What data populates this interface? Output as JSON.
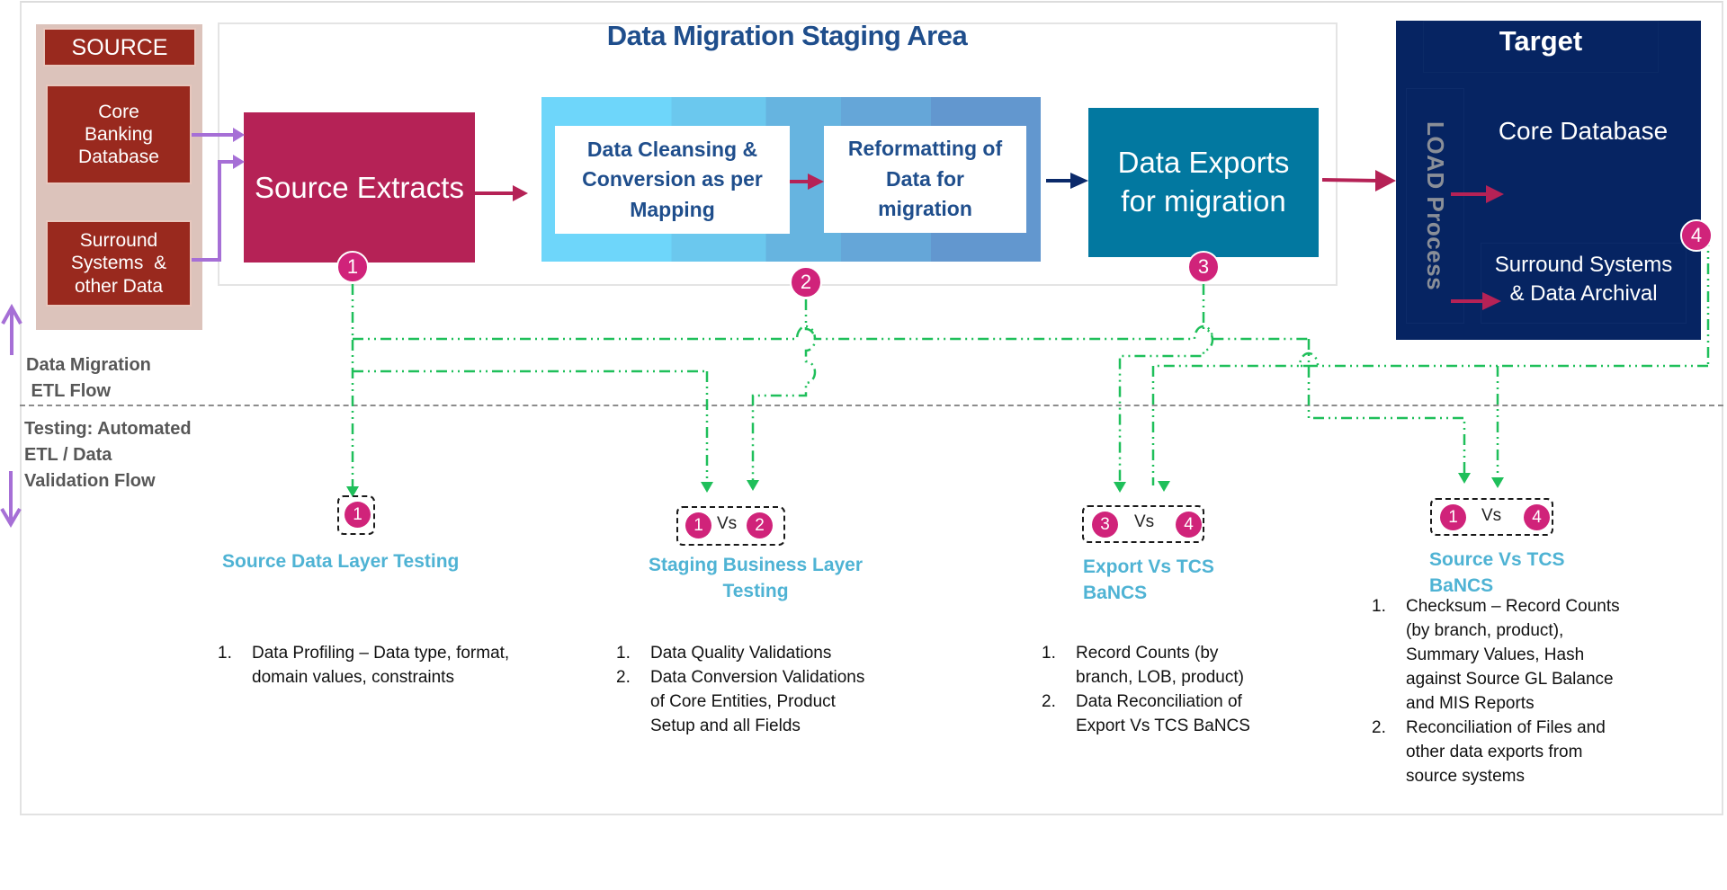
{
  "source": {
    "header": "SOURCE",
    "core_banking": [
      "Core",
      "Banking",
      "Database"
    ],
    "surround": [
      "Surround",
      "Systems  &",
      "other Data"
    ]
  },
  "staging": {
    "title": "Data Migration Staging Area",
    "source_extracts": "Source Extracts",
    "cleansing": [
      "Data Cleansing &",
      "Conversion as per",
      "Mapping"
    ],
    "reformatting": [
      "Reformatting of",
      "Data for",
      "migration"
    ],
    "exports": [
      "Data Exports",
      "for migration"
    ]
  },
  "target": {
    "title": "Target",
    "load_process": "LOAD Process",
    "core_database": "Core Database",
    "surround": [
      "Surround Systems",
      "& Data Archival"
    ]
  },
  "badges": {
    "b1": "1",
    "b2": "2",
    "b3": "3",
    "b4": "4"
  },
  "flow_labels": {
    "etl": [
      "Data Migration",
      " ETL Flow"
    ],
    "testing": [
      "Testing: Automated",
      "ETL / Data",
      "Validation Flow"
    ]
  },
  "tests": [
    {
      "compare": [
        "1"
      ],
      "vs_label": "",
      "title": [
        "Source Data Layer Testing"
      ],
      "items": [
        {
          "num": "1.",
          "lines": [
            "Data Profiling – Data type, format,",
            "domain values, constraints"
          ]
        }
      ]
    },
    {
      "compare": [
        "1",
        "2"
      ],
      "vs_label": "Vs",
      "title": [
        "Staging Business Layer",
        "Testing"
      ],
      "items": [
        {
          "num": "1.",
          "lines": [
            "Data Quality Validations"
          ]
        },
        {
          "num": "2.",
          "lines": [
            "Data Conversion Validations",
            "of Core Entities, Product",
            "Setup and all Fields"
          ]
        }
      ]
    },
    {
      "compare": [
        "3",
        "4"
      ],
      "vs_label": "Vs",
      "title": [
        "Export Vs TCS",
        "BaNCS"
      ],
      "items": [
        {
          "num": "1.",
          "lines": [
            "Record Counts (by",
            "branch, LOB, product)"
          ]
        },
        {
          "num": "2.",
          "lines": [
            "Data Reconciliation of",
            "Export Vs TCS BaNCS"
          ]
        }
      ]
    },
    {
      "compare": [
        "1",
        "4"
      ],
      "vs_label": "Vs",
      "title": [
        "Source Vs TCS",
        "BaNCS"
      ],
      "items": [
        {
          "num": "1.",
          "lines": [
            "Checksum – Record Counts",
            "(by branch, product),",
            "Summary Values, Hash",
            "against Source GL Balance",
            "and MIS Reports"
          ]
        },
        {
          "num": "2.",
          "lines": [
            "Reconciliation of Files and",
            "other data exports from",
            "source systems"
          ]
        }
      ]
    }
  ],
  "colors": {
    "source_bg": "#dcc3bb",
    "source_box": "#99291e",
    "extracts": "#b52256",
    "exports": "#0278a0",
    "target": "#062462",
    "badge": "#d0237a",
    "validation_line": "#1fbf5a",
    "input_arrow": "#a66fd6",
    "flow_arrow": "#b52256",
    "title_blue": "#1f4e8c",
    "test_title": "#4fb3d4"
  }
}
